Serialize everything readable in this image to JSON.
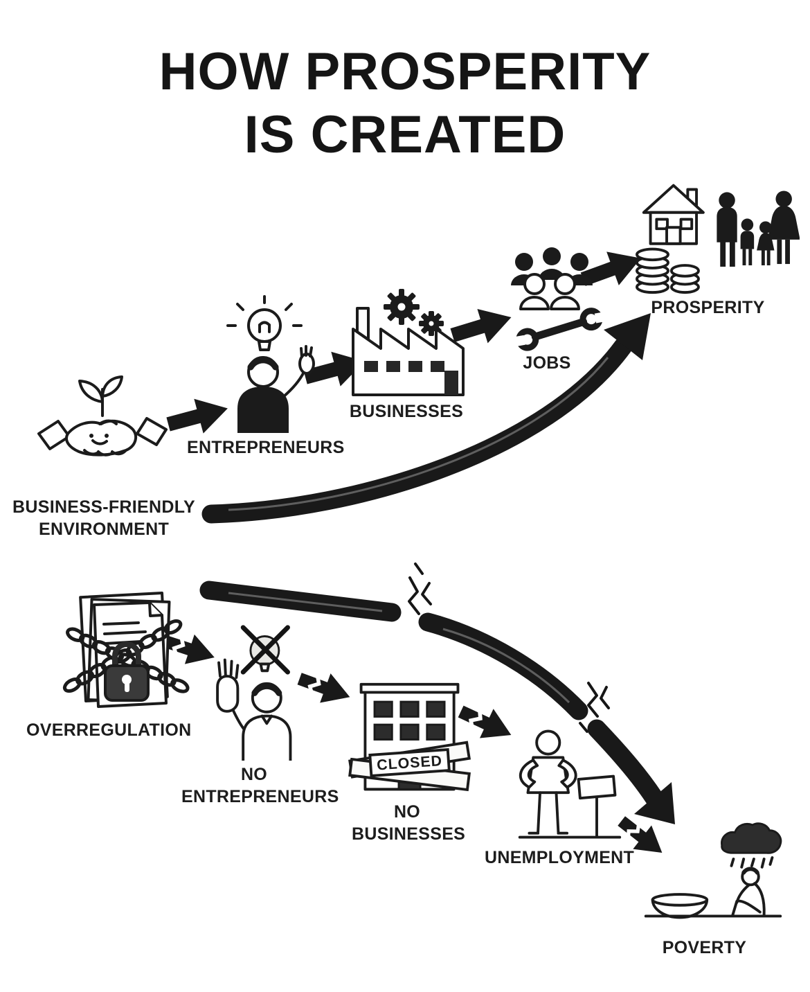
{
  "title": {
    "line1": "HOW PROSPERITY",
    "line2": "IS CREATED"
  },
  "colors": {
    "ink": "#1b1b1b",
    "background": "#ffffff"
  },
  "top_flow": {
    "name": "prosperity-path",
    "nodes": [
      {
        "label": "BUSINESS-FRIENDLY ENVIRONMENT",
        "icon": "handshake-plant-icon"
      },
      {
        "label": "ENTREPRENEURS",
        "icon": "entrepreneur-idea-icon"
      },
      {
        "label": "BUSINESSES",
        "icon": "factory-gears-icon"
      },
      {
        "label": "JOBS",
        "icon": "workers-wrench-icon"
      },
      {
        "label": "PROSPERITY",
        "icon": "family-home-savings-icon"
      }
    ]
  },
  "bottom_flow": {
    "name": "poverty-path",
    "nodes": [
      {
        "label": "OVERREGULATION",
        "icon": "chained-documents-padlock-icon"
      },
      {
        "label": "NO ENTREPRENEURS",
        "icon": "rejected-idea-person-icon"
      },
      {
        "label": "NO BUSINESSES",
        "icon": "closed-building-icon",
        "sign": "CLOSED"
      },
      {
        "label": "UNEMPLOYMENT",
        "icon": "jobless-person-sign-icon"
      },
      {
        "label": "POVERTY",
        "icon": "rain-cloud-beggar-bowl-icon"
      }
    ]
  }
}
